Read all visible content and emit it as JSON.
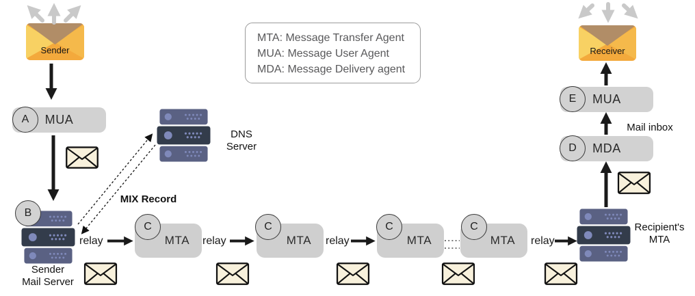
{
  "colors": {
    "ink": "#1a1a1a",
    "pill": "#d2d2d2",
    "box": "#cfcfcf",
    "server-light": "#5a6183",
    "server-dark": "#333c4b",
    "server-dot": "#7f89ba",
    "env-cream": "#f8f1dc",
    "env-body": "#f3a93c",
    "env-left": "#f8d163",
    "env-right": "#f5b94b",
    "env-flap": "#b18d67",
    "arrow-gray": "#c9c9c9",
    "legend-text": "#58585a"
  },
  "legend": {
    "line1": "MTA: Message Transfer Agent",
    "line2": "MUA: Message User Agent",
    "line3": "MDA: Message Delivery agent"
  },
  "sender_flow": {
    "envelope_label": "Sender",
    "mua": {
      "badge": "A",
      "label": "MUA"
    },
    "server": {
      "badge": "B",
      "label_line1": "Sender",
      "label_line2": "Mail Server"
    }
  },
  "dns": {
    "label_line1": "DNS",
    "label_line2": "Server",
    "record_label": "MIX Record"
  },
  "chain": {
    "relays": [
      "relay",
      "relay",
      "relay",
      "relay"
    ],
    "mtas": [
      {
        "badge": "C",
        "label": "MTA"
      },
      {
        "badge": "C",
        "label": "MTA"
      },
      {
        "badge": "C",
        "label": "MTA"
      },
      {
        "badge": "C",
        "label": "MTA"
      }
    ]
  },
  "receiver_flow": {
    "server": {
      "label_line1": "Recipient's",
      "label_line2": "MTA"
    },
    "mda": {
      "badge": "D",
      "label": "MDA"
    },
    "mua": {
      "badge": "E",
      "label": "MUA"
    },
    "inbox_label": "Mail inbox",
    "envelope_label": "Receiver"
  }
}
